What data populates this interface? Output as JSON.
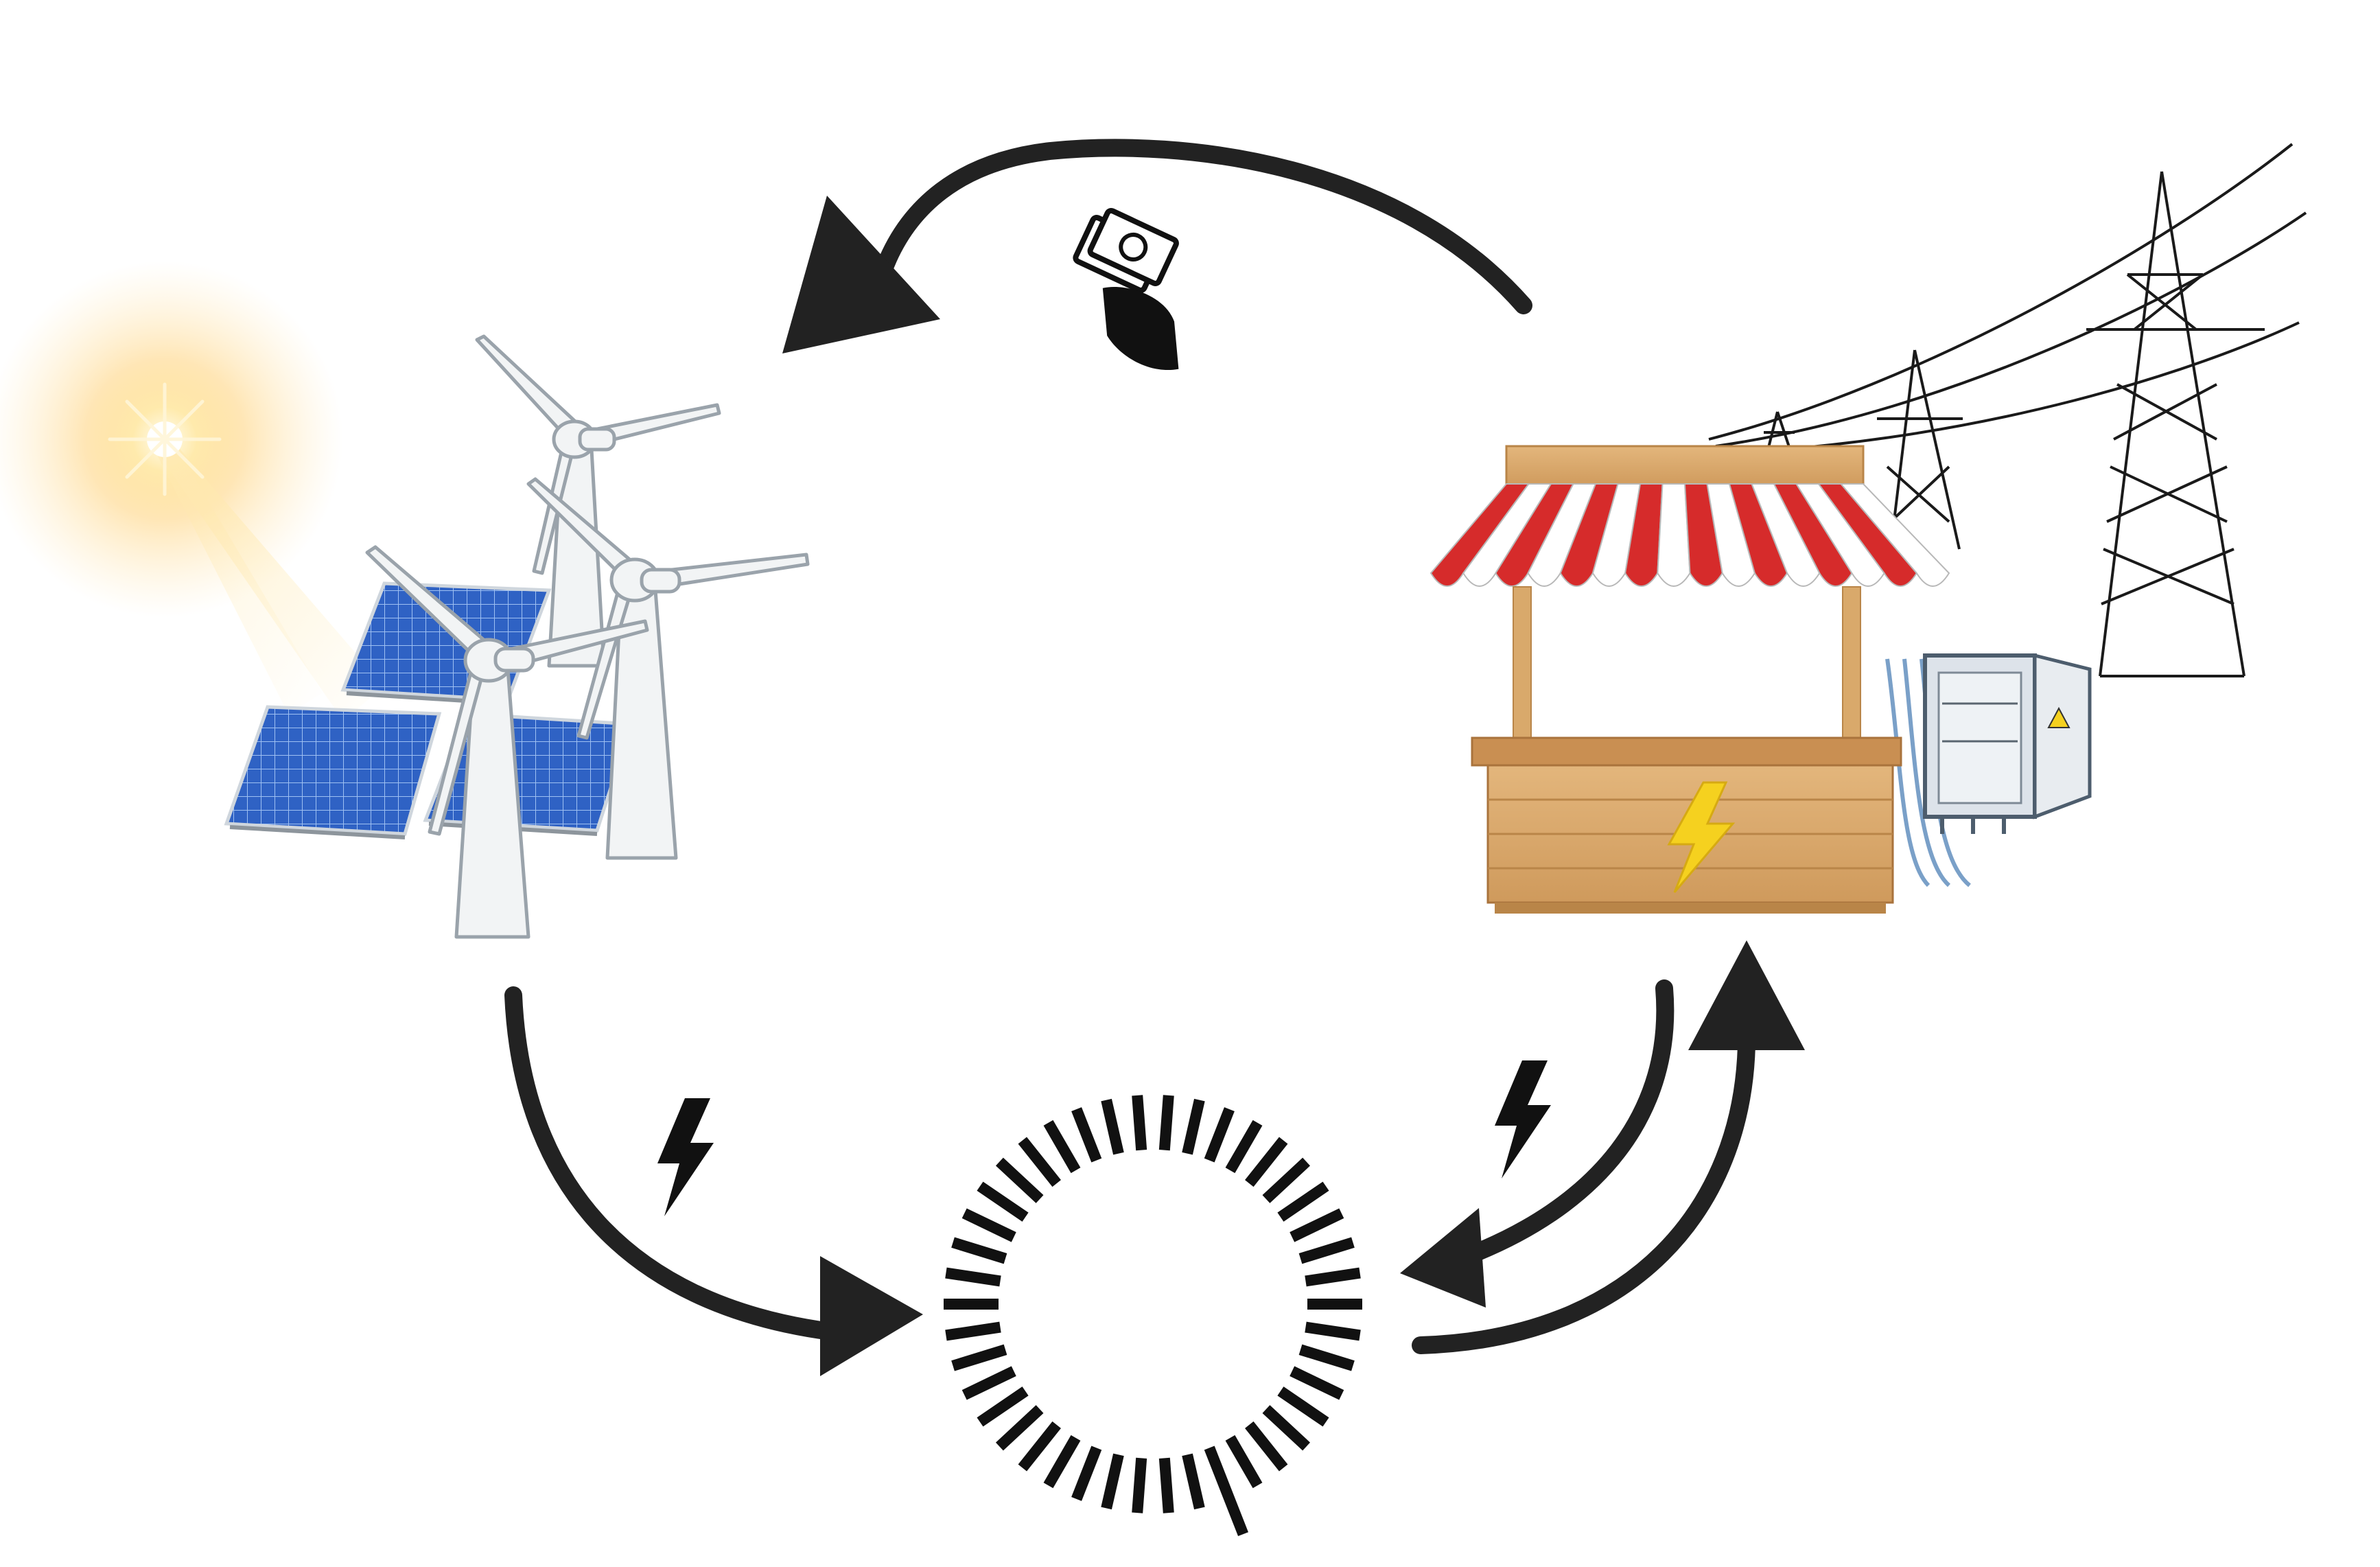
{
  "diagram": {
    "nodes": [
      {
        "id": "renewable-generation",
        "icons": [
          "sun-icon",
          "solar-panel-icon",
          "wind-turbine-icon"
        ]
      },
      {
        "id": "storage",
        "icons": [
          "battery-charge-ring-icon"
        ]
      },
      {
        "id": "energy-market",
        "icons": [
          "market-stall-icon",
          "lightning-icon",
          "electrical-panel-icon",
          "transmission-tower-icon"
        ]
      }
    ],
    "edges": [
      {
        "from": "energy-market",
        "to": "renewable-generation",
        "icon": "money-hand-icon"
      },
      {
        "from": "renewable-generation",
        "to": "storage",
        "icon": "lightning-icon"
      },
      {
        "from": "energy-market",
        "to": "storage",
        "icon": "lightning-icon"
      },
      {
        "from": "storage",
        "to": "energy-market",
        "icon": ""
      }
    ]
  },
  "colors": {
    "arrow": "#222222",
    "solar_blue": "#2f62c4",
    "turbine": "#f2f4f5",
    "awning_red": "#d62b2b",
    "wood": "#d9a96b",
    "bolt_yellow": "#f5d11f",
    "sun": "#ffcc55"
  }
}
